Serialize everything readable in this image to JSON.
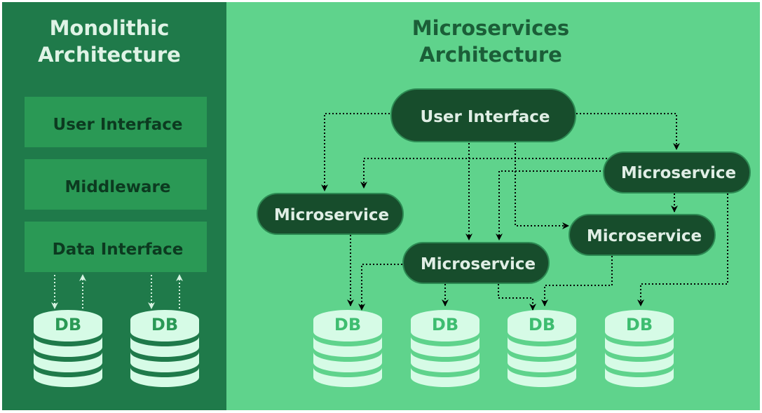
{
  "colors": {
    "left_bg": "#1f7a4a",
    "right_bg": "#5fd38c",
    "left_box": "#2a9955",
    "left_box_text": "#0c3a20",
    "left_title": "#dff3e6",
    "right_title": "#1b5e38",
    "service_fill": "#174d2c",
    "service_stroke": "#2d8a53",
    "service_text": "#e0eee5",
    "db_fill": "#d6fbe6",
    "db_text_left": "#2a9955",
    "db_text_right": "#3ebd70",
    "arrow_left": "#d6f3e1",
    "arrow_right": "#000000"
  },
  "monolithic": {
    "title_line1": "Monolithic",
    "title_line2": "Architecture",
    "layers": [
      "User Interface",
      "Middleware",
      "Data Interface"
    ],
    "databases": [
      "DB",
      "DB"
    ]
  },
  "microservices": {
    "title_line1": "Microservices",
    "title_line2": "Architecture",
    "user_interface": "User Interface",
    "services": [
      "Microservice",
      "Microservice",
      "Microservice",
      "Microservice"
    ],
    "databases": [
      "DB",
      "DB",
      "DB",
      "DB"
    ]
  }
}
